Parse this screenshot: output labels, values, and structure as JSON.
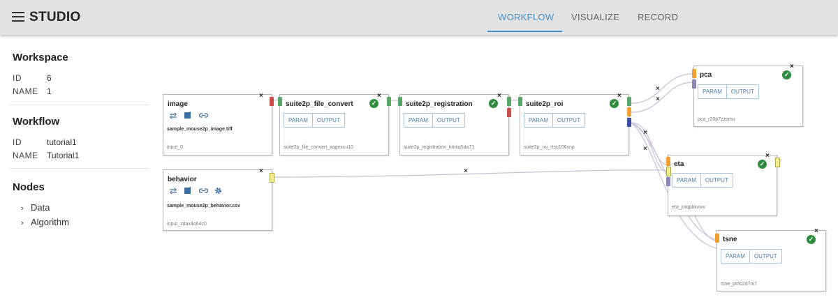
{
  "header": {
    "title": "STUDIO",
    "tabs": [
      {
        "label": "WORKFLOW",
        "active": true
      },
      {
        "label": "VISUALIZE",
        "active": false
      },
      {
        "label": "RECORD",
        "active": false
      }
    ]
  },
  "sidebar": {
    "workspace": {
      "title": "Workspace",
      "id_label": "ID",
      "id_value": "6",
      "name_label": "NAME",
      "name_value": "1"
    },
    "workflow": {
      "title": "Workflow",
      "id_label": "ID",
      "id_value": "tutorial1",
      "name_label": "NAME",
      "name_value": "Tutorial1"
    },
    "nodes": {
      "title": "Nodes",
      "items": [
        {
          "label": "Data"
        },
        {
          "label": "Algorithm"
        }
      ]
    }
  },
  "canvas": {
    "nodes": {
      "image": {
        "title": "image",
        "file": "sample_mouse2p_image.tiff",
        "id": "input_0"
      },
      "behavior": {
        "title": "behavior",
        "file": "sample_mouse2p_behavior.csv",
        "id": "input_zdax4o64c0"
      },
      "file_convert": {
        "title": "suite2p_file_convert",
        "id": "suite2p_file_convert_xqgexcu10",
        "param": "PARAM",
        "output": "OUTPUT"
      },
      "registration": {
        "title": "suite2p_registration",
        "id": "suite2p_registration_ktnkq5da71",
        "param": "PARAM",
        "output": "OUTPUT"
      },
      "roi": {
        "title": "suite2p_roi",
        "id": "suite2p_roi_rtsu106snp",
        "param": "PARAM",
        "output": "OUTPUT"
      },
      "pca": {
        "title": "pca",
        "id": "pca_r20p7zzqmu",
        "param": "PARAM",
        "output": "OUTPUT"
      },
      "eta": {
        "title": "eta",
        "id": "eta_jnlqpbkvwv",
        "param": "PARAM",
        "output": "OUTPUT"
      },
      "tsne": {
        "title": "tsne",
        "id": "tsne_ptrlo2d7m7",
        "param": "PARAM",
        "output": "OUTPUT"
      }
    },
    "close_glyph": "×",
    "check_glyph": "✓"
  },
  "colors": {
    "accent": "#4a8fc4",
    "success": "#2f8b3e",
    "handle_green": "#5aa469",
    "handle_red": "#cc4b4b",
    "handle_orange": "#f0a030",
    "handle_purple": "#8a84b4",
    "handle_yellow": "#f3ef8a",
    "handle_blue": "#3b4fa0",
    "edge": "#c9bfd6"
  }
}
